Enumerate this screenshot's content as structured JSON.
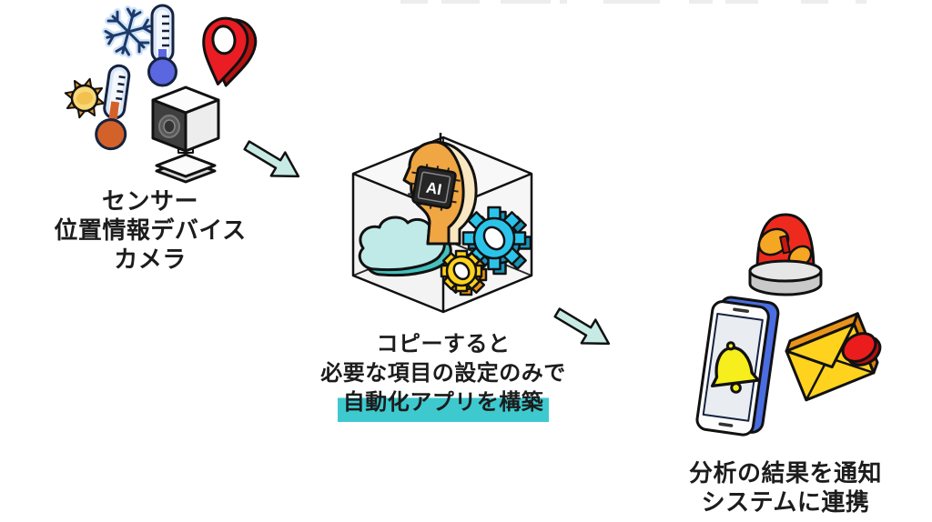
{
  "diagram": {
    "stages": {
      "input": {
        "lines": [
          "センサー",
          "位置情報デバイス",
          "カメラ"
        ],
        "icons": [
          "snowflake",
          "thermometer-cold",
          "thermometer-hot",
          "sun",
          "location-pin",
          "camera"
        ]
      },
      "process": {
        "lines": [
          "コピーすると",
          "必要な項目の設定のみで",
          "自動化アプリを構築"
        ],
        "highlighted_line_index": 2,
        "highlight_color": "#3ec9cf",
        "chip_label": "AI",
        "icons": [
          "transparent-cube",
          "ai-head-chip",
          "cloud",
          "gear-blue",
          "gear-yellow"
        ]
      },
      "output": {
        "lines": [
          "分析の結果を通知",
          "システムに連携"
        ],
        "icons": [
          "siren",
          "smartphone-bell-notification",
          "email-notification-badge"
        ]
      }
    },
    "connectors": [
      "arrow-down-right",
      "arrow-down-right"
    ]
  },
  "colors": {
    "background": "#ffffff",
    "text": "#1c1c1c",
    "highlight": "#3ec9cf",
    "arrow_fill": "#c7ebe4",
    "outline": "#111111",
    "head_orange": "#f0a642",
    "head_cream": "#f8e7c0",
    "chip_dark": "#262626",
    "cloud_light": "#bfeae8",
    "cloud_dark": "#45c0bd",
    "gear_blue": "#2cc3ea",
    "gear_blue_dark": "#1b93b8",
    "gear_yellow": "#ffd21e",
    "gear_yellow_dark": "#e8941a",
    "siren_red": "#ee2a1e",
    "siren_blade_orange": "#f5a623",
    "phone_blue": "#4a6de0",
    "bell_yellow": "#f6ee1d",
    "envelope_yellow": "#ffd21e",
    "badge_red": "#ea1c1c",
    "pin_red": "#ea1c24",
    "thermometer_cold_blue": "#5b67e0",
    "thermometer_hot_orange": "#d2622a"
  }
}
